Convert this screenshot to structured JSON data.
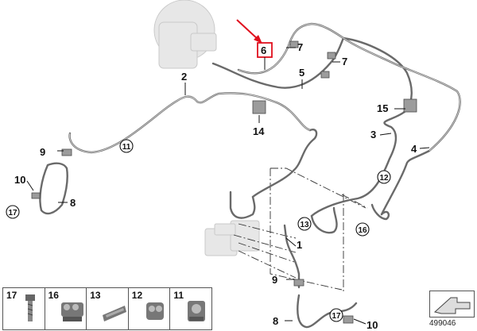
{
  "callouts": [
    {
      "id": "c2",
      "text": "2"
    },
    {
      "id": "c3",
      "text": "3"
    },
    {
      "id": "c4",
      "text": "4"
    },
    {
      "id": "c5",
      "text": "5"
    },
    {
      "id": "c6",
      "text": "6"
    },
    {
      "id": "c7a",
      "text": "7"
    },
    {
      "id": "c7b",
      "text": "7"
    },
    {
      "id": "c9a",
      "text": "9"
    },
    {
      "id": "c9b",
      "text": "9"
    },
    {
      "id": "c10a",
      "text": "10"
    },
    {
      "id": "c10b",
      "text": "10"
    },
    {
      "id": "c8a",
      "text": "8"
    },
    {
      "id": "c8b",
      "text": "8"
    },
    {
      "id": "c1",
      "text": "1"
    },
    {
      "id": "c14",
      "text": "14"
    },
    {
      "id": "c15",
      "text": "15"
    }
  ],
  "circled": [
    {
      "id": "r11",
      "text": "11"
    },
    {
      "id": "r12",
      "text": "12"
    },
    {
      "id": "r13",
      "text": "13"
    },
    {
      "id": "r16",
      "text": "16"
    },
    {
      "id": "r17a",
      "text": "17"
    },
    {
      "id": "r17b",
      "text": "17"
    }
  ],
  "legend": [
    "17",
    "16",
    "13",
    "12",
    "11"
  ],
  "ref_number": "499046",
  "colors": {
    "highlight": "#e0101e",
    "pipe": "#6a6a6a",
    "line": "#111111"
  }
}
